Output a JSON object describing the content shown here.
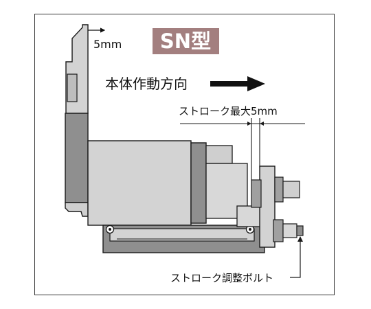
{
  "type_badge": "SN型",
  "offset_label": "5mm",
  "direction_label": "本体作動方向",
  "stroke_label": "ストローク最大5mm",
  "bolt_label": "ストローク調整ボルト",
  "colors": {
    "badge": "#a37f7f",
    "dark_gray": "#8f8f8f",
    "light_gray": "#cfcfcf",
    "mid_gray": "#b3b3b3",
    "outline": "#1a1a1a"
  }
}
